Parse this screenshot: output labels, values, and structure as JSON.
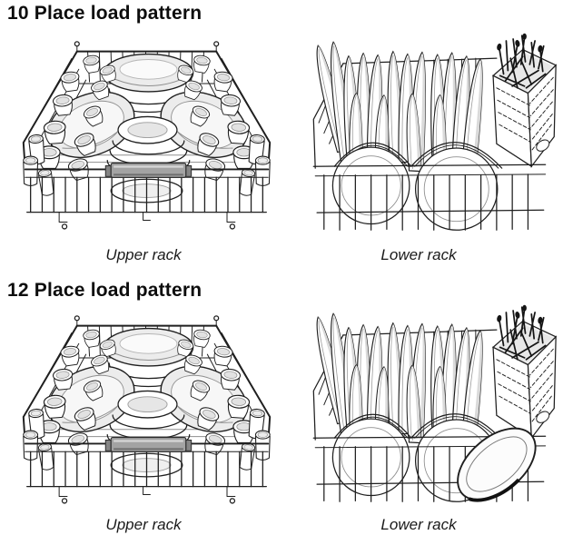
{
  "page": {
    "background": "#ffffff",
    "ink": "#1f1f1f"
  },
  "colors": {
    "ink": "#1f1f1f",
    "shade_light": "#ececec",
    "shade_mid": "#dadada",
    "handle_gray": "#a3a3a3"
  },
  "sections": [
    {
      "title": "10 Place load pattern",
      "panels": [
        {
          "caption": "Upper rack",
          "illustration": "upper-rack-loaded-line-drawing"
        },
        {
          "caption": "Lower rack",
          "illustration": "lower-rack-loaded-line-drawing"
        }
      ]
    },
    {
      "title": "12 Place load pattern",
      "panels": [
        {
          "caption": "Upper rack",
          "illustration": "upper-rack-loaded-line-drawing"
        },
        {
          "caption": "Lower rack",
          "illustration": "lower-rack-loaded-line-drawing-with-platter"
        }
      ]
    }
  ]
}
